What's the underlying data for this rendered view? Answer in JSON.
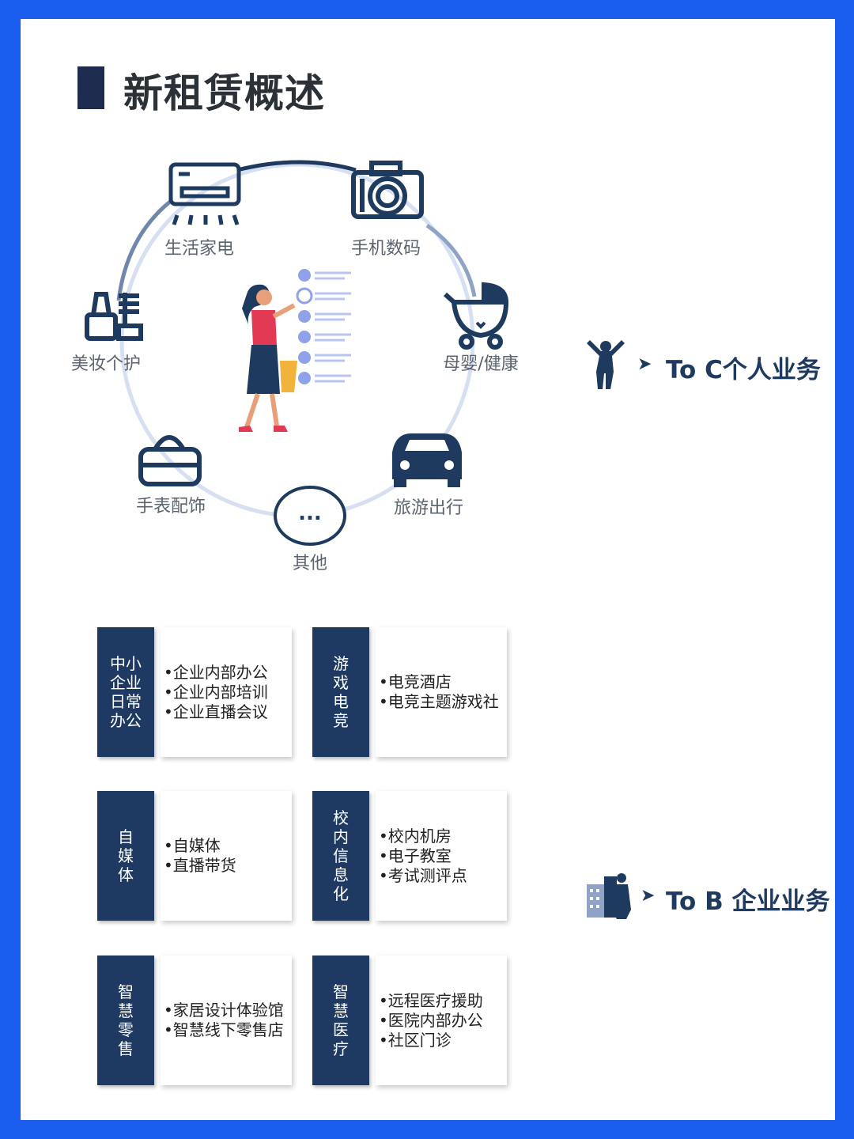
{
  "title": "新租赁概述",
  "ring": {
    "nodes": [
      {
        "label": "生活家电",
        "icon": "air-conditioner-icon"
      },
      {
        "label": "手机数码",
        "icon": "camera-icon"
      },
      {
        "label": "母婴/健康",
        "icon": "stroller-icon"
      },
      {
        "label": "旅游出行",
        "icon": "car-icon"
      },
      {
        "label": "其他",
        "icon": "ellipsis-icon"
      },
      {
        "label": "手表配饰",
        "icon": "handbag-icon"
      },
      {
        "label": "美妆个护",
        "icon": "cosmetics-icon"
      }
    ],
    "ellipsis": "..."
  },
  "to_c": {
    "label": "To C个人业务",
    "icon": "person-icon"
  },
  "to_b": {
    "label": "To B 企业业务",
    "icon": "building-businessman-icon"
  },
  "cards": [
    {
      "tag": "中小企业日常办公",
      "items": [
        "•企业内部办公",
        "•企业内部培训",
        "•企业直播会议"
      ]
    },
    {
      "tag": "游戏电竞",
      "items": [
        "•电竞酒店",
        "•电竞主题游戏社"
      ]
    },
    {
      "tag": "自媒体",
      "items": [
        "•自媒体",
        "•直播带货"
      ]
    },
    {
      "tag": "校内信息化",
      "items": [
        "•校内机房",
        "•电子教室",
        "•考试测评点"
      ]
    },
    {
      "tag": "智慧零售",
      "items": [
        "•家居设计体验馆",
        "•智慧线下零售店"
      ]
    },
    {
      "tag": "智慧医疗",
      "items": [
        "•远程医疗援助",
        "•医院内部办公",
        "•社区门诊"
      ]
    }
  ],
  "colors": {
    "frame": "#1a5ef0",
    "navy": "#1e3a62",
    "ring": "#c9d6ee"
  }
}
